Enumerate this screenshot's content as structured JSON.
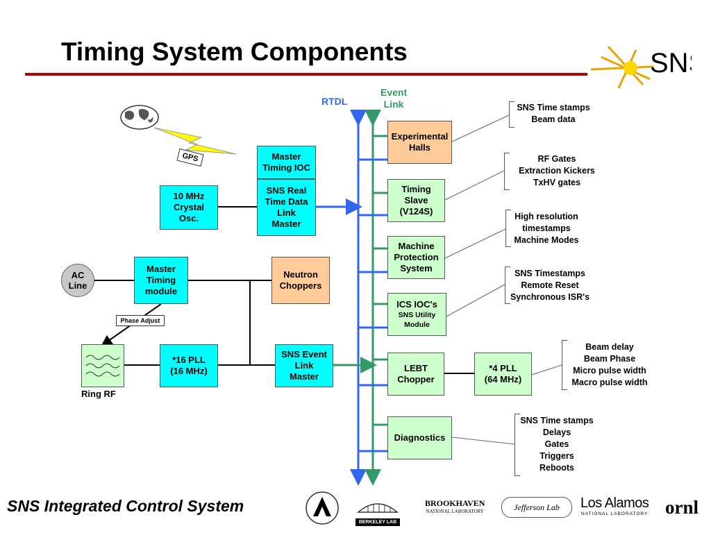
{
  "title": "Timing System Components",
  "footer": "SNS Integrated Control System",
  "logo": {
    "text": "SNS"
  },
  "gps_label": "GPS",
  "bus": {
    "rtdl_label": "RTDL",
    "event_link_label_line1": "Event",
    "event_link_label_line2": "Link"
  },
  "left": {
    "master_timing_ioc": [
      "Master",
      "Timing IOC"
    ],
    "rtdl_master": [
      "SNS Real",
      "Time Data",
      "Link",
      "Master"
    ],
    "crystal": [
      "10 MHz",
      "Crystal",
      "Osc."
    ],
    "ac_line": [
      "AC",
      "Line"
    ],
    "master_timing_module": [
      "Master",
      "Timing",
      "module"
    ],
    "neutron_choppers": [
      "Neutron",
      "Choppers"
    ],
    "phase_adjust": "Phase Adjust",
    "ring_rf": "Ring RF",
    "pll16": [
      "*16 PLL",
      "(16 MHz)"
    ],
    "event_link_master": [
      "SNS Event",
      "Link",
      "Master"
    ]
  },
  "right": {
    "experimental_halls": [
      "Experimental",
      "Halls"
    ],
    "timing_slave": [
      "Timing",
      "Slave",
      "(V124S)"
    ],
    "mps": [
      "Machine",
      "Protection",
      "System"
    ],
    "ics_ioc": {
      "title": "ICS IOC's",
      "sub": [
        "SNS Utility",
        "Module"
      ]
    },
    "lebt_chopper": [
      "LEBT",
      "Chopper"
    ],
    "pll4": [
      "*4 PLL",
      "(64 MHz)"
    ],
    "diagnostics": "Diagnostics"
  },
  "notes": {
    "experimental_halls": [
      "SNS Time stamps",
      "Beam data"
    ],
    "timing_slave": [
      "RF Gates",
      "Extraction Kickers",
      "TxHV gates"
    ],
    "mps": [
      "High resolution",
      "timestamps",
      "Machine Modes"
    ],
    "ics_ioc": [
      "SNS Timestamps",
      "Remote Reset",
      "Synchronous ISR's"
    ],
    "lebt": [
      "Beam delay",
      "Beam Phase",
      "Micro pulse width",
      "Macro pulse width"
    ],
    "diagnostics": [
      "SNS Time stamps",
      "Delays",
      "Gates",
      "Triggers",
      "Reboots"
    ]
  },
  "partners": {
    "brookhaven": [
      "BROOKHAVEN",
      "NATIONAL LABORATORY"
    ],
    "berkeley": "BERKELEY LAB",
    "jefferson": "Jefferson Lab",
    "los_alamos": [
      "Los Alamos",
      "NATIONAL LABORATORY"
    ],
    "ornl": "ornl"
  },
  "colors": {
    "rtdl": "#3366ee",
    "event_link": "#339966",
    "title_rule": "#b00000",
    "cyan": "#00ffff",
    "green": "#ccffcc",
    "orange": "#ffcc99"
  }
}
